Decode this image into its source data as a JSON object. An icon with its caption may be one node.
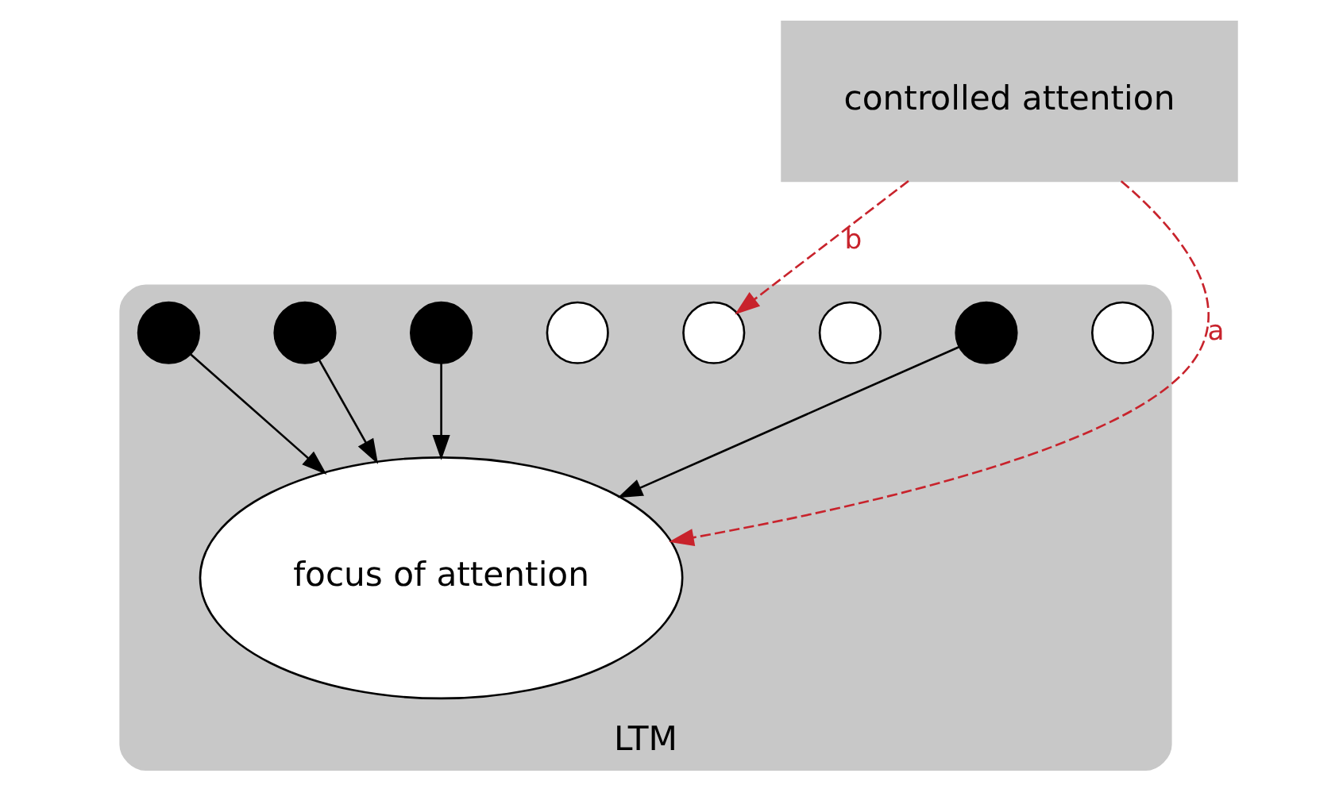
{
  "diagram": {
    "nodes": [
      {
        "text": [
          "LTM"
        ]
      },
      {
        "text": [
          "focus of attention"
        ],
        "in": 0
      },
      {
        "text": [
          "controlled attention"
        ]
      },
      {
        "text": [],
        "shape": "circle",
        "in": 0
      },
      {
        "text": [],
        "shape": "circle",
        "in": 0
      },
      {
        "text": [],
        "shape": "circle",
        "in": 0
      },
      {
        "text": [],
        "shape": "circle",
        "in": 0
      },
      {
        "text": [],
        "shape": "circle",
        "in": 0
      },
      {
        "text": [],
        "shape": "circle",
        "in": 0
      },
      {
        "text": [],
        "shape": "circle",
        "in": 0
      },
      {
        "text": [],
        "shape": "circle",
        "in": 0
      }
    ],
    "edges": [
      {
        "from": 4,
        "to": 1,
        "arrow": "to"
      },
      {
        "from": 8,
        "to": 1,
        "arrow": "to"
      },
      {
        "from": 9,
        "to": 1,
        "arrow": "to"
      },
      {
        "from": 10,
        "to": 1,
        "arrow": "to"
      },
      {
        "from": 2,
        "to": 1,
        "arrow": "to",
        "label": "a",
        "style": "dashed",
        "color": "#c8232c"
      },
      {
        "from": 2,
        "to": 6,
        "arrow": "to",
        "label": "b",
        "style": "dashed",
        "color": "#c8232c"
      }
    ]
  }
}
